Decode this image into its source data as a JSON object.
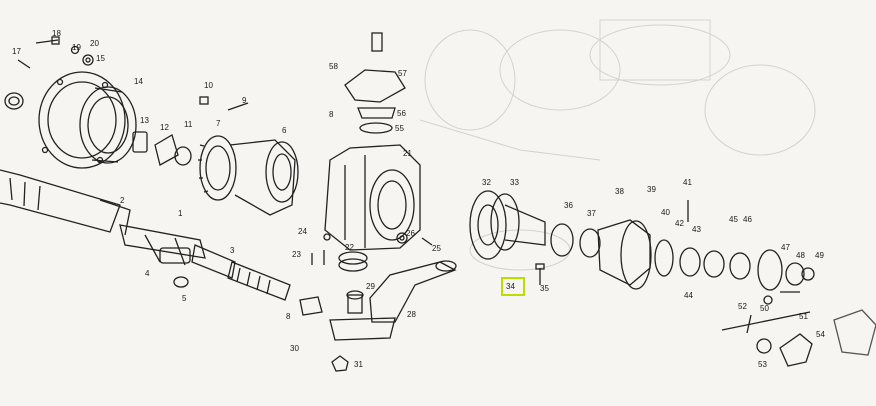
{
  "labels": [
    {
      "text": "18"
    },
    {
      "text": "19"
    },
    {
      "text": "20"
    },
    {
      "text": "17"
    },
    {
      "text": "15"
    },
    {
      "text": "14"
    },
    {
      "text": "10"
    },
    {
      "text": "9"
    },
    {
      "text": "13"
    },
    {
      "text": "12"
    },
    {
      "text": "11"
    },
    {
      "text": "7"
    },
    {
      "text": "6"
    },
    {
      "text": "2"
    },
    {
      "text": "1"
    },
    {
      "text": "4"
    },
    {
      "text": "3"
    },
    {
      "text": "5"
    },
    {
      "text": "8"
    },
    {
      "text": "58"
    },
    {
      "text": "57"
    },
    {
      "text": "8"
    },
    {
      "text": "56"
    },
    {
      "text": "55"
    },
    {
      "text": "21"
    },
    {
      "text": "24"
    },
    {
      "text": "23"
    },
    {
      "text": "22"
    },
    {
      "text": "26"
    },
    {
      "text": "25"
    },
    {
      "text": "29"
    },
    {
      "text": "28"
    },
    {
      "text": "30"
    },
    {
      "text": "31"
    },
    {
      "text": "32"
    },
    {
      "text": "33"
    },
    {
      "text": "34"
    },
    {
      "text": "35"
    },
    {
      "text": "36"
    },
    {
      "text": "37"
    },
    {
      "text": "38"
    },
    {
      "text": "39"
    },
    {
      "text": "40"
    },
    {
      "text": "41"
    },
    {
      "text": "42"
    },
    {
      "text": "43"
    },
    {
      "text": "44"
    },
    {
      "text": "45"
    },
    {
      "text": "46"
    },
    {
      "text": "47"
    },
    {
      "text": "48"
    },
    {
      "text": "49"
    },
    {
      "text": "50"
    },
    {
      "text": "51"
    },
    {
      "text": "52"
    },
    {
      "text": "53"
    },
    {
      "text": "54"
    }
  ],
  "highlighted_label": "34"
}
